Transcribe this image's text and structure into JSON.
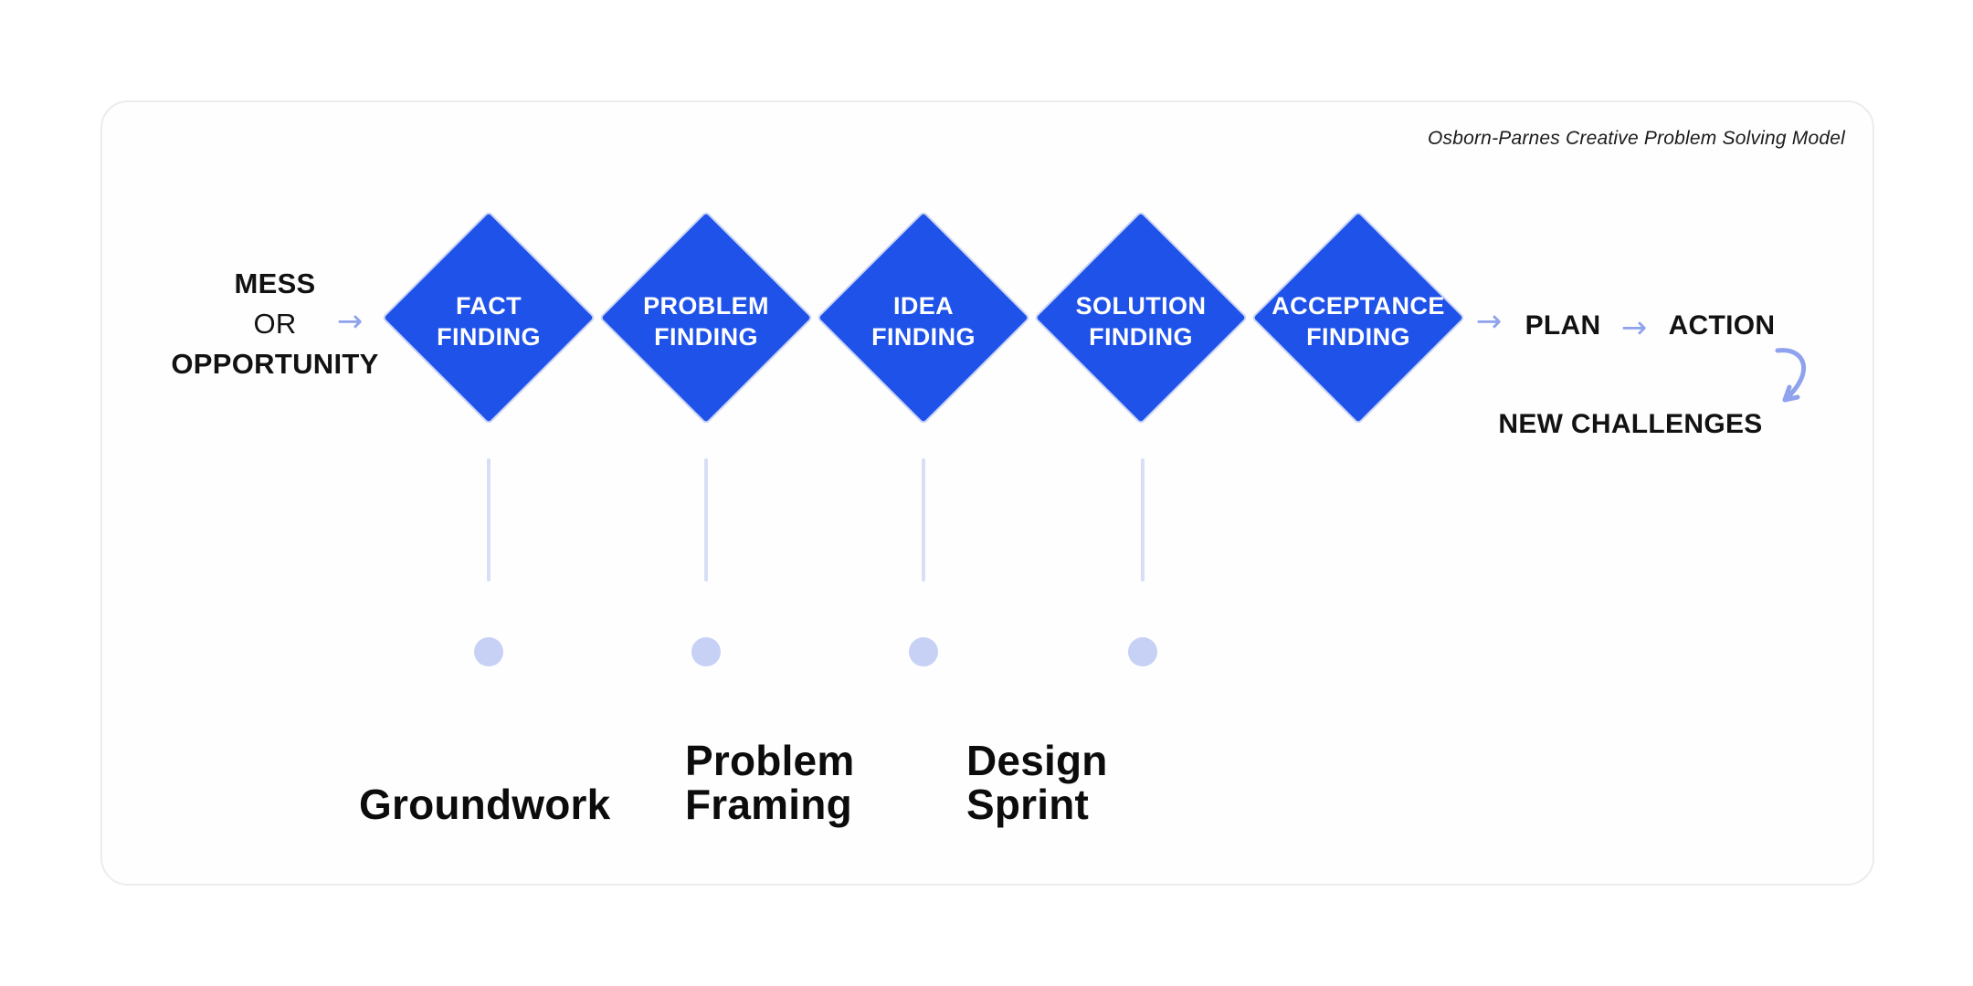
{
  "title": "Osborn-Parnes Creative Problem Solving Model",
  "colors": {
    "diamond": "#1e52e9",
    "diamond_border": "#cad4f5",
    "accent": "#8ea2ee",
    "connector": "#d8def7",
    "dot": "#c7d1f6",
    "card_bg": "#fffefe",
    "card_border": "#ececec",
    "text": "#121212"
  },
  "icons": {
    "arrow_right": "→"
  },
  "start": {
    "line1": "MESS",
    "line2": "OR",
    "line3": "OPPORTUNITY"
  },
  "stages": [
    {
      "line1": "FACT",
      "line2": "FINDING"
    },
    {
      "line1": "PROBLEM",
      "line2": "FINDING"
    },
    {
      "line1": "IDEA",
      "line2": "FINDING"
    },
    {
      "line1": "SOLUTION",
      "line2": "FINDING"
    },
    {
      "line1": "ACCEPTANCE",
      "line2": "FINDING"
    }
  ],
  "outcome": {
    "plan": "PLAN",
    "action": "ACTION",
    "new_challenges": "NEW CHALLENGES"
  },
  "phases": [
    {
      "line1": "Groundwork",
      "line2": ""
    },
    {
      "line1": "Problem",
      "line2": "Framing"
    },
    {
      "line1": "Design",
      "line2": "Sprint"
    }
  ]
}
